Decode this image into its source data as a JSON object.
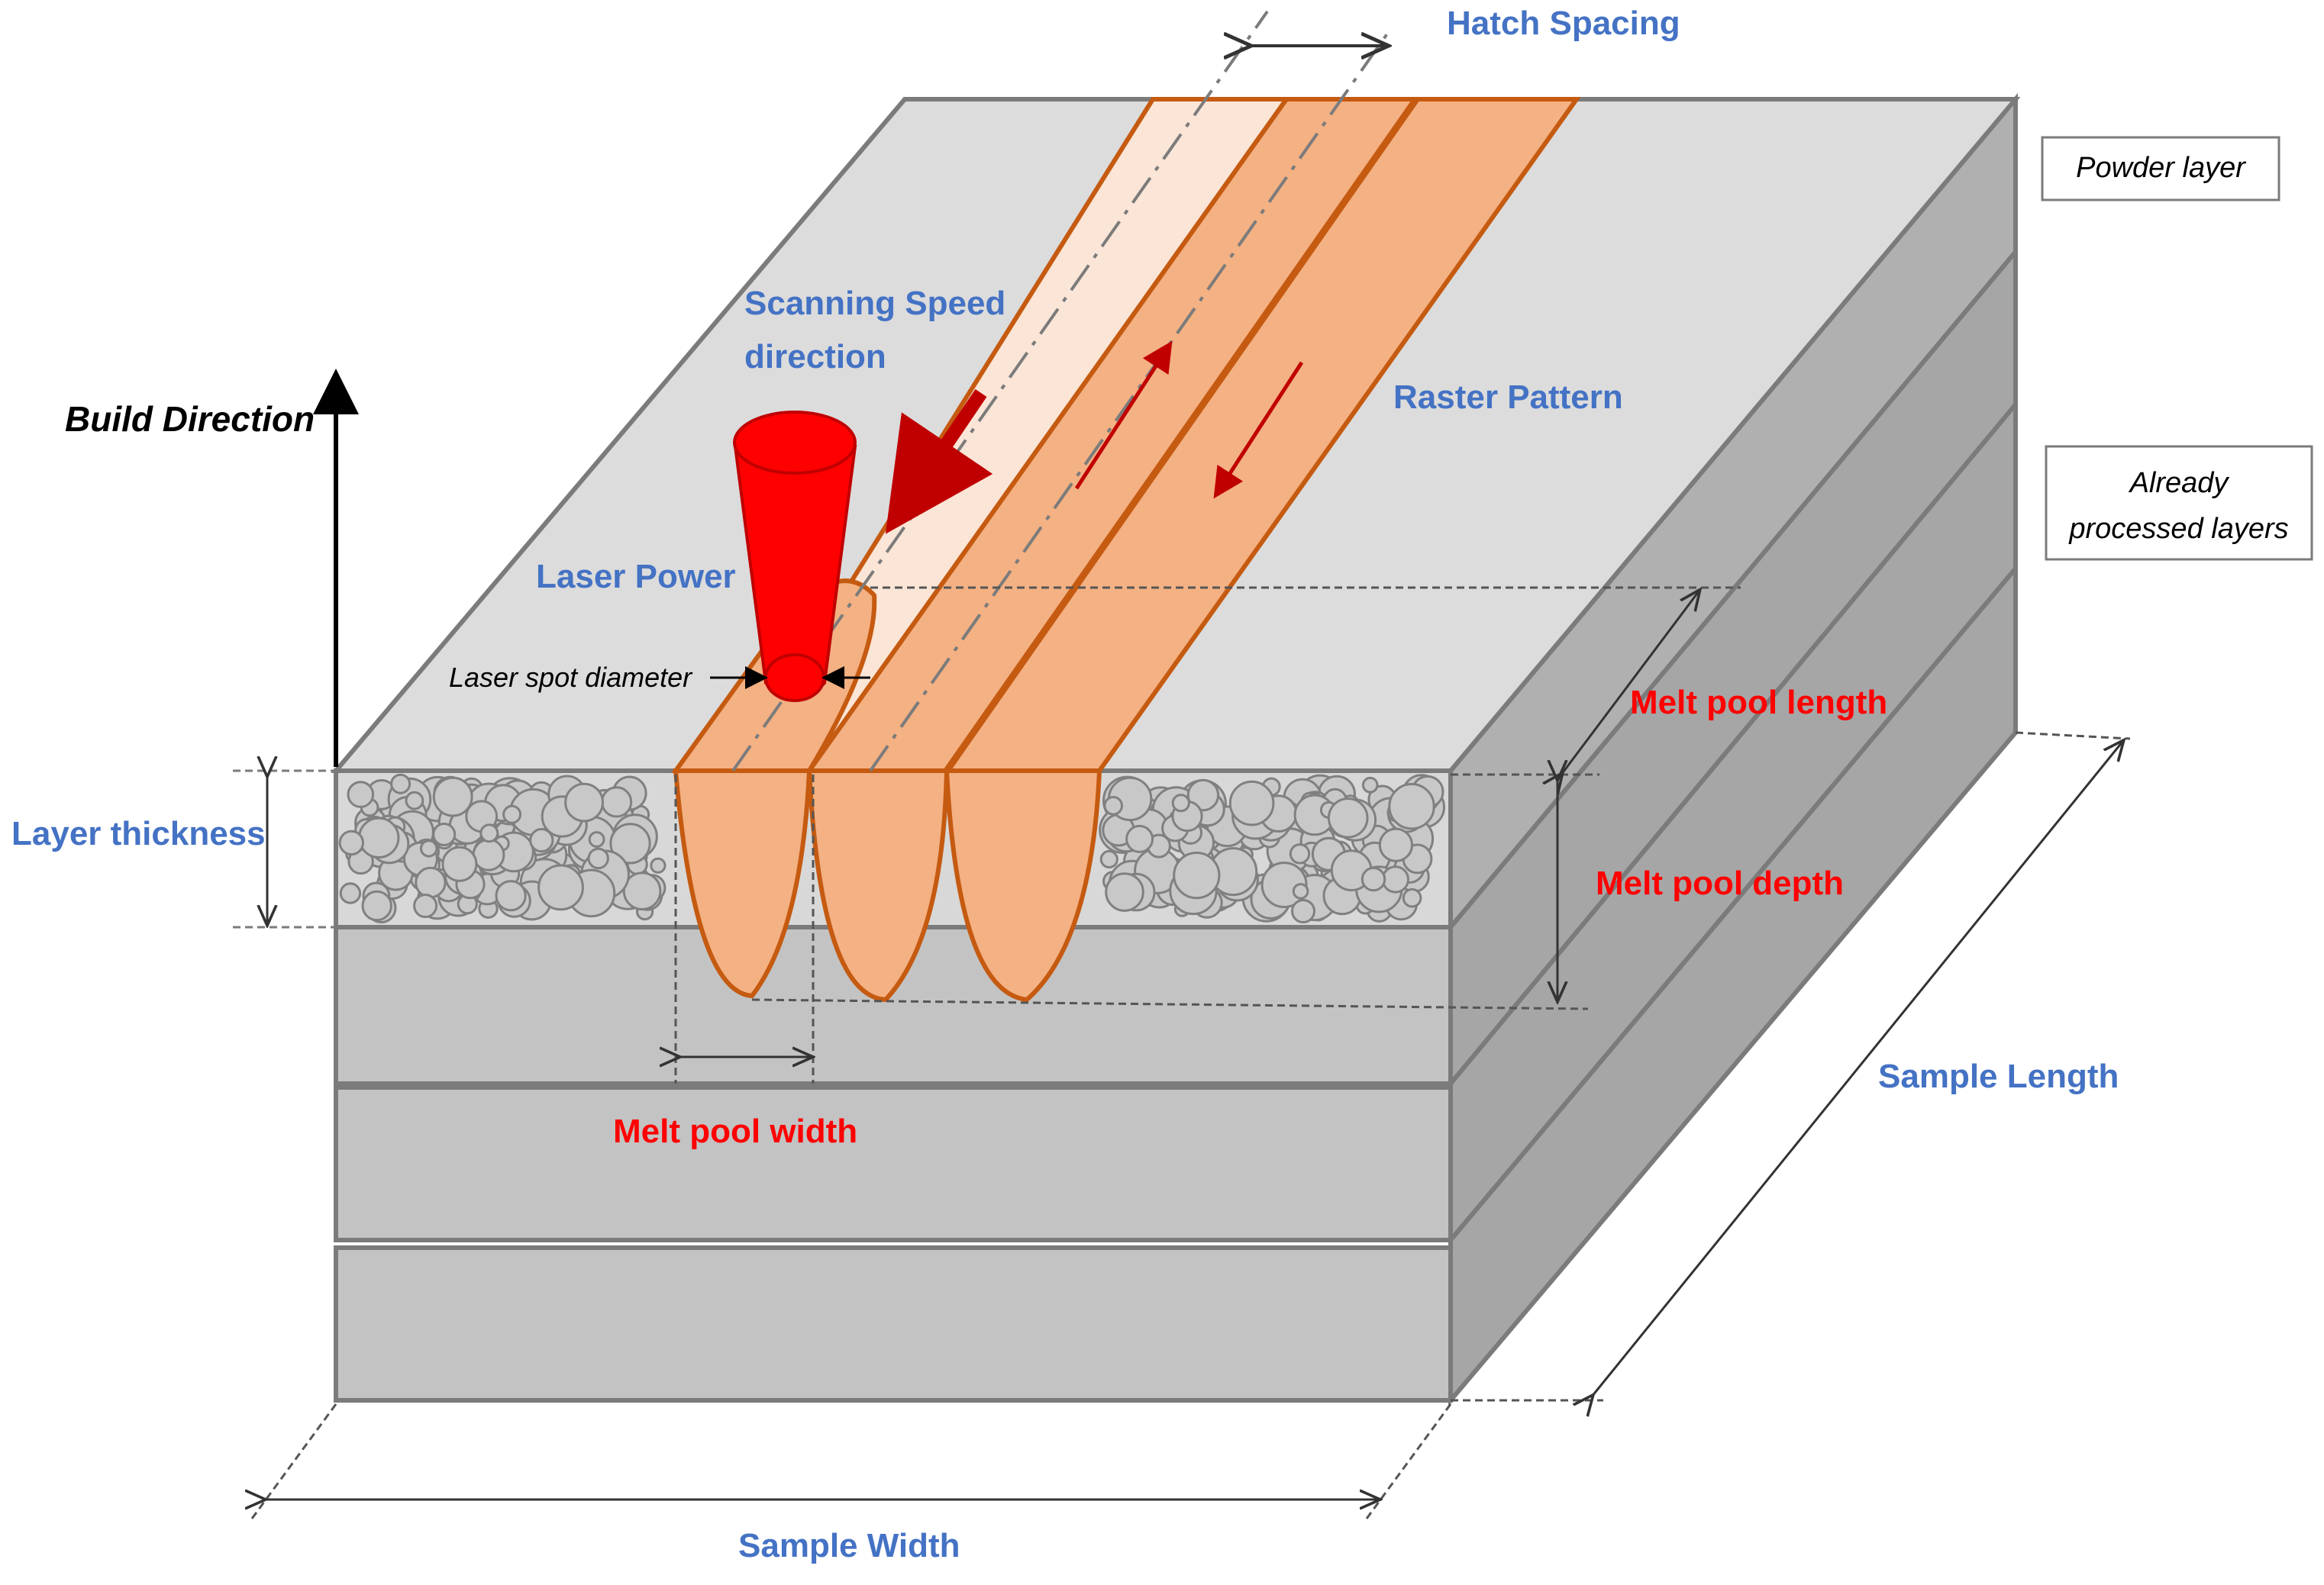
{
  "colors": {
    "top_face": "#dcdcdc",
    "front_face": "#c3c3c3",
    "side_face": "#a9a9a9",
    "edge": "#7b7b7b",
    "track_fill": "#f4b183",
    "track_light": "#fbe5d6",
    "track_edge": "#c55a11",
    "laser": "#ff0000",
    "arrow_red": "#c00000",
    "blue_text": "#4472c4",
    "red_text": "#ff0000",
    "powder_fill": "#c8c8c8",
    "powder_edge": "#808080"
  },
  "labels": {
    "hatch_spacing": "Hatch Spacing",
    "scanning_speed_line1": "Scanning Speed",
    "scanning_speed_line2": "direction",
    "raster_pattern": "Raster Pattern",
    "laser_power": "Laser Power",
    "laser_spot_diameter": "Laser spot diameter",
    "build_direction": "Build Direction",
    "layer_thickness": "Layer thickness",
    "melt_pool_length": "Melt pool length",
    "melt_pool_depth": "Melt pool depth",
    "melt_pool_width": "Melt pool width",
    "sample_length": "Sample Length",
    "sample_width": "Sample Width",
    "powder_layer_box": "Powder layer",
    "processed_layers_line1": "Already",
    "processed_layers_line2": "processed layers"
  }
}
